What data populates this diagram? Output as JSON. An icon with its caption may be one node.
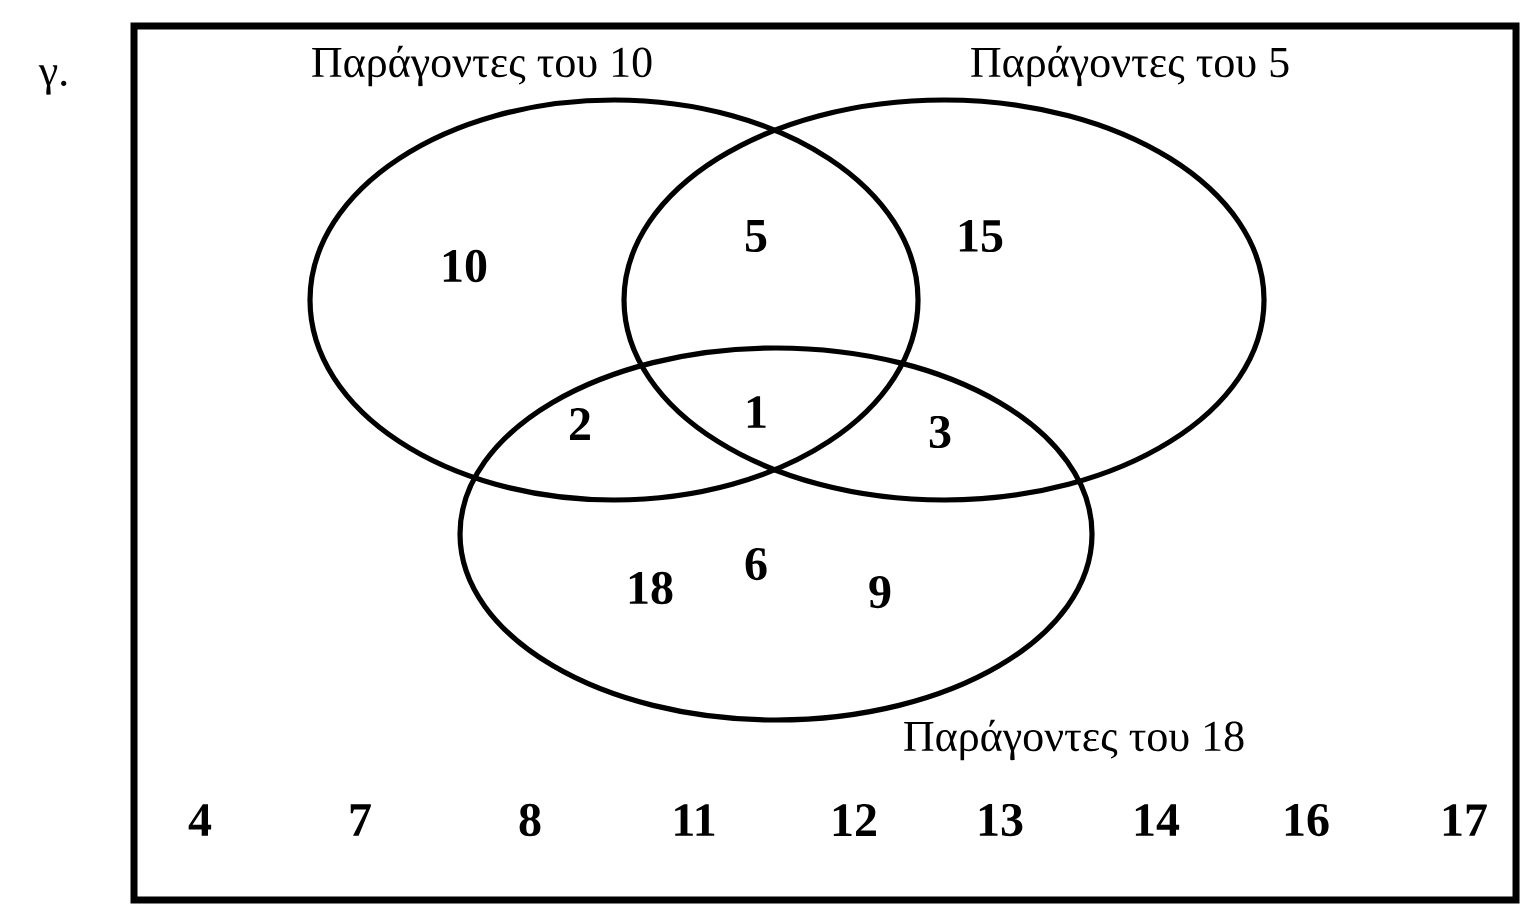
{
  "diagram": {
    "nodes": [
      {
        "text": [],
        "shape": "box"
      },
      {
        "text": [
          "Παράγοντες  του 10"
        ],
        "in": 0
      },
      {
        "text": [
          "Παράγοντες του 5"
        ],
        "in": 0
      },
      {
        "text": [
          "Παράγοντες  του 18"
        ],
        "in": 0
      }
    ],
    "edges": [],
    "labels": [
      "γ.",
      "10",
      "5",
      "15",
      "2",
      "1",
      "3",
      "18",
      "6",
      "9",
      "4",
      "7",
      "8",
      "11",
      "12",
      "13",
      "14",
      "16",
      "17"
    ]
  }
}
